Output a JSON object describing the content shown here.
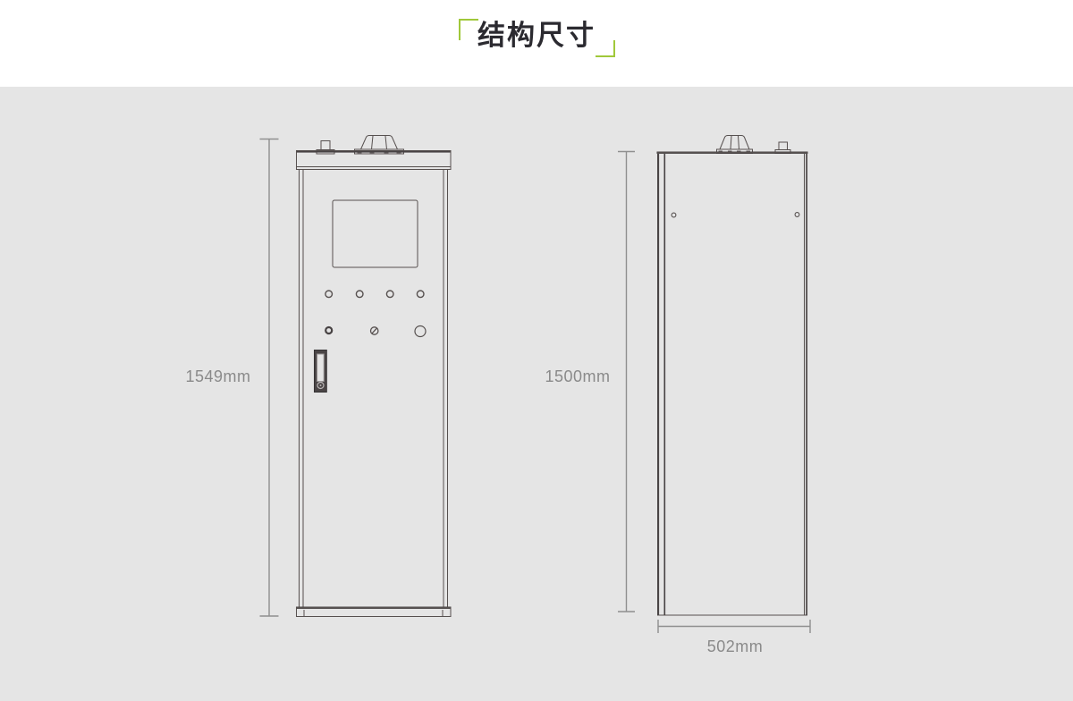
{
  "title": {
    "text": "结构尺寸"
  },
  "colors": {
    "accent_green": "#a0c83a",
    "drawing_line": "#56504f",
    "drawing_dark": "#474243",
    "dimension_gray": "#8a8a8a",
    "header_background": "#ffffff",
    "canvas_background": "#e5e5e5",
    "title_text": "#2b2a30"
  },
  "diagram": {
    "front_view": {
      "height_label": "1549mm"
    },
    "side_view": {
      "height_label": "1500mm",
      "width_label": "502mm"
    }
  }
}
